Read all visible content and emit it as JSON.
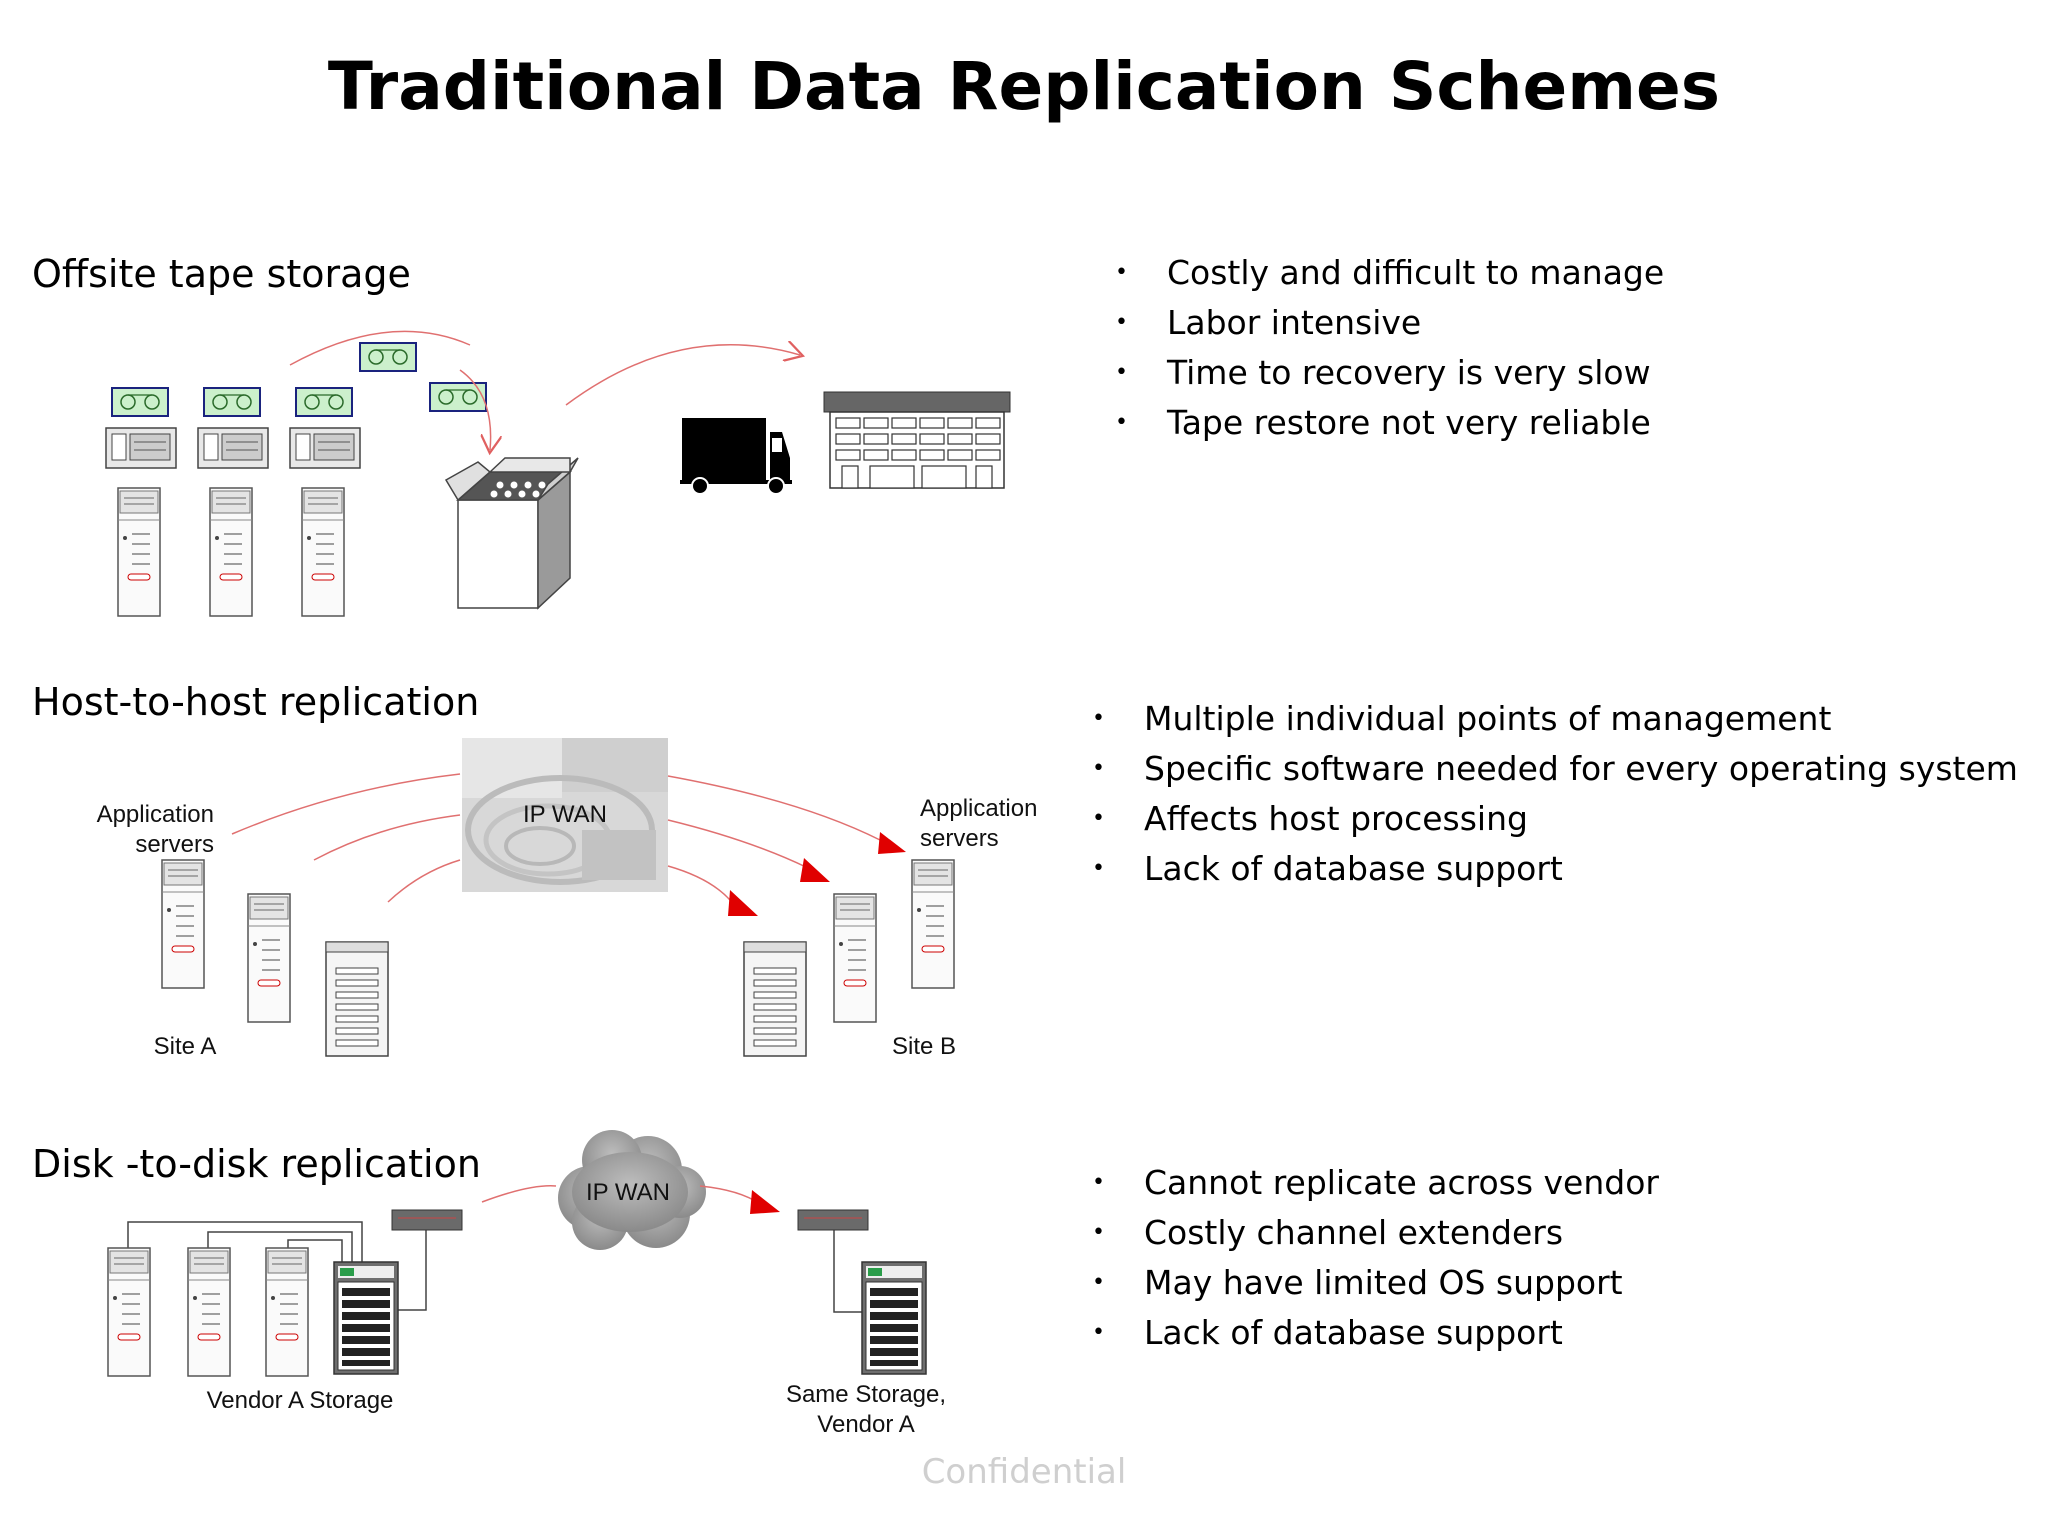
{
  "title": "Traditional Data Replication Schemes",
  "sections": [
    {
      "heading": "Offsite tape storage",
      "bullets": [
        "Costly and difficult to manage",
        "Labor intensive",
        "Time to recovery is very slow",
        "Tape restore not very reliable"
      ]
    },
    {
      "heading": "Host-to-host replication",
      "bullets": [
        "Multiple individual points of management",
        "Specific software needed for every operating system",
        "Affects host processing",
        "Lack of database support"
      ]
    },
    {
      "heading": "Disk -to-disk replication",
      "bullets": [
        "Cannot replicate across vendor",
        "Costly channel extenders",
        "May have limited OS support",
        "Lack of database support"
      ]
    }
  ],
  "labels": {
    "app_servers_a_1": "Application",
    "app_servers_a_2": "servers",
    "app_servers_b_1": "Application",
    "app_servers_b_2": "servers",
    "ip_wan_host": "IP WAN",
    "site_a": "Site A",
    "site_b": "Site B",
    "ip_wan_disk": "IP WAN",
    "vendor_a_storage": "Vendor A Storage",
    "same_storage_1": "Same Storage,",
    "same_storage_2": "Vendor A"
  },
  "footer": "Confidential",
  "colors": {
    "arrow": "#e00000",
    "tape": "#ccf0cc",
    "tape_border": "#1a237e"
  }
}
